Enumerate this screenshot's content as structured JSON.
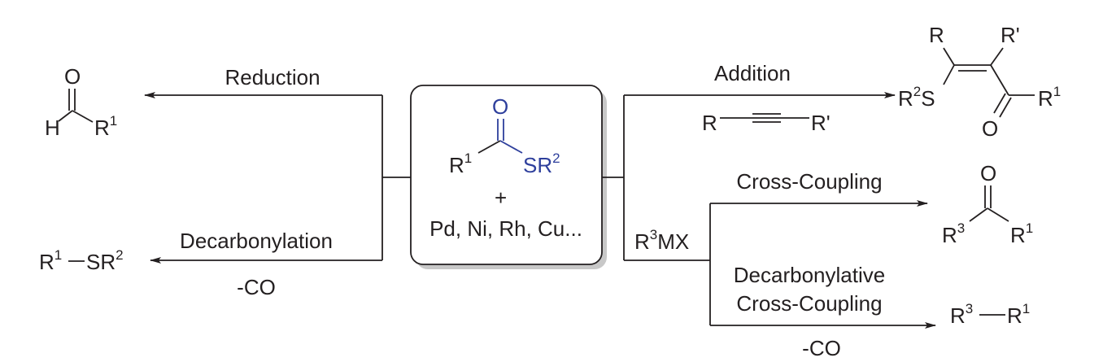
{
  "colors": {
    "ink": "#231f20",
    "thioester": "#2e3f9c",
    "shadow": "#c8c8c8"
  },
  "center": {
    "o": "O",
    "r": "R",
    "r_sup": "1",
    "sr": "SR",
    "sr_sup": "2",
    "plus": "+",
    "catalysts": "Pd, Ni, Rh, Cu..."
  },
  "reduction": {
    "label": "Reduction",
    "product": {
      "o": "O",
      "h": "H",
      "r": "R",
      "r_sup": "1"
    }
  },
  "decarbonylation": {
    "label": "Decarbonylation",
    "minus_co": "-CO",
    "product": {
      "r": "R",
      "r_sup": "1",
      "sr": "SR",
      "sr_sup": "2"
    }
  },
  "addition": {
    "label": "Addition",
    "alkyne_left": "R",
    "alkyne_right": "R'",
    "product": {
      "r": "R",
      "rp": "R'",
      "r2s": "R",
      "r2s_sup": "2",
      "s": "S",
      "o": "O",
      "r1": "R",
      "r1_sup": "1"
    }
  },
  "reagent": {
    "r": "R",
    "sup": "3",
    "mx": "MX"
  },
  "cross_coupling": {
    "label": "Cross-Coupling",
    "product": {
      "o": "O",
      "r3": "R",
      "r3_sup": "3",
      "r1": "R",
      "r1_sup": "1"
    }
  },
  "decarbonylative": {
    "label_line1": "Decarbonylative",
    "label_line2": "Cross-Coupling",
    "minus_co": "-CO",
    "product": {
      "r3": "R",
      "r3_sup": "3",
      "r1": "R",
      "r1_sup": "1"
    }
  }
}
